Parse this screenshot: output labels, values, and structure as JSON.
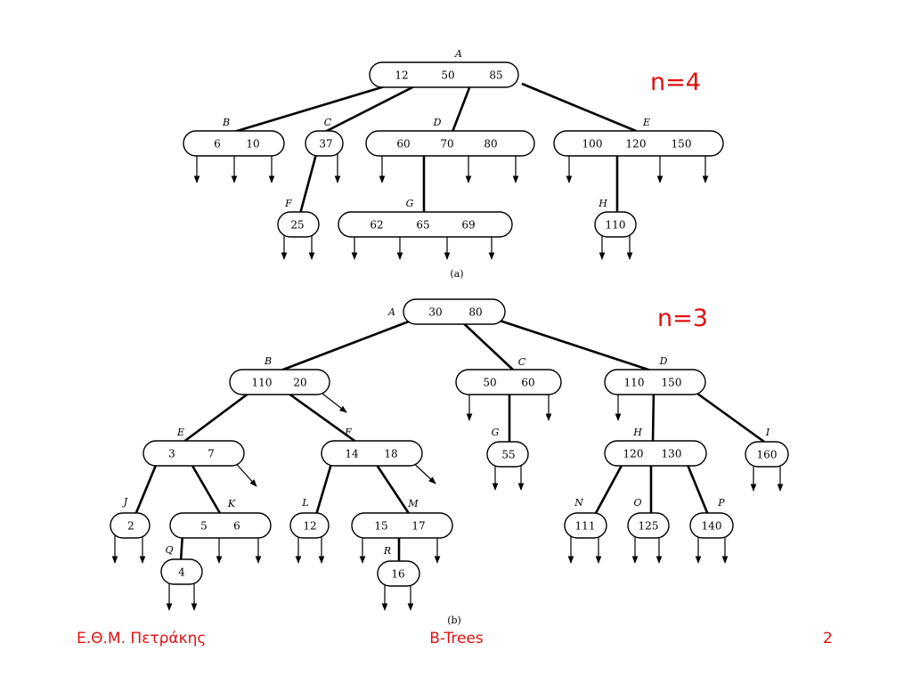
{
  "colors": {
    "annotation": "#e01010",
    "footer": "#e01010",
    "ink": "#000000"
  },
  "trees": [
    {
      "caption": "(a)",
      "order_label": "n=4",
      "nodes": [
        {
          "label": "A",
          "keys": [
            "12",
            "50",
            "85"
          ]
        },
        {
          "label": "B",
          "keys": [
            "6",
            "10"
          ]
        },
        {
          "label": "C",
          "keys": [
            "37"
          ]
        },
        {
          "label": "D",
          "keys": [
            "60",
            "70",
            "80"
          ]
        },
        {
          "label": "E",
          "keys": [
            "100",
            "120",
            "150"
          ]
        },
        {
          "label": "F",
          "keys": [
            "25"
          ]
        },
        {
          "label": "G",
          "keys": [
            "62",
            "65",
            "69"
          ]
        },
        {
          "label": "H",
          "keys": [
            "110"
          ]
        }
      ]
    },
    {
      "caption": "(b)",
      "order_label": "n=3",
      "nodes": [
        {
          "label": "A",
          "keys": [
            "30",
            "80"
          ]
        },
        {
          "label": "B",
          "keys": [
            "110",
            "20"
          ]
        },
        {
          "label": "C",
          "keys": [
            "50",
            "60"
          ]
        },
        {
          "label": "D",
          "keys": [
            "110",
            "150"
          ]
        },
        {
          "label": "E",
          "keys": [
            "3",
            "7"
          ]
        },
        {
          "label": "F",
          "keys": [
            "14",
            "18"
          ]
        },
        {
          "label": "G",
          "keys": [
            "55"
          ]
        },
        {
          "label": "H",
          "keys": [
            "120",
            "130"
          ]
        },
        {
          "label": "I",
          "keys": [
            "160"
          ]
        },
        {
          "label": "J",
          "keys": [
            "2"
          ]
        },
        {
          "label": "K",
          "keys": [
            "5",
            "6"
          ]
        },
        {
          "label": "L",
          "keys": [
            "12"
          ]
        },
        {
          "label": "M",
          "keys": [
            "15",
            "17"
          ]
        },
        {
          "label": "N",
          "keys": [
            "111"
          ]
        },
        {
          "label": "O",
          "keys": [
            "125"
          ]
        },
        {
          "label": "P",
          "keys": [
            "140"
          ]
        },
        {
          "label": "Q",
          "keys": [
            "4"
          ]
        },
        {
          "label": "R",
          "keys": [
            "16"
          ]
        }
      ]
    }
  ],
  "footer": {
    "left": "Ε.Θ.Μ. Πετράκης",
    "center": "B-Trees",
    "right": "2"
  }
}
